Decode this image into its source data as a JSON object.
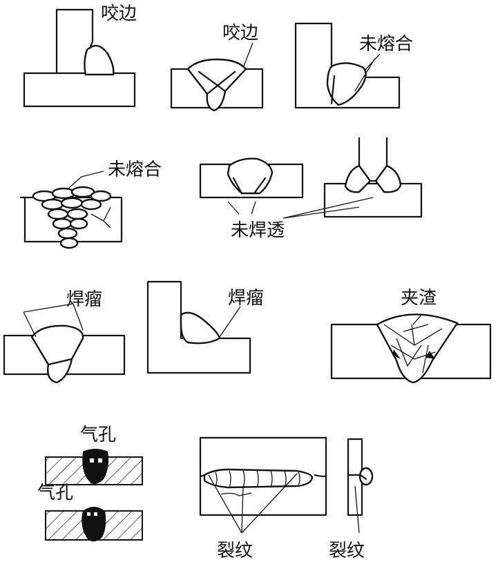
{
  "labels": {
    "undercut_1": "咬边",
    "undercut_2": "咬边",
    "lack_of_fusion_1": "未熔合",
    "lack_of_fusion_2": "未熔合",
    "incomplete_penetration": "未焊透",
    "overlap_1": "焊瘤",
    "overlap_2": "焊瘤",
    "slag_inclusion": "夹渣",
    "porosity_1": "气孔",
    "porosity_2": "气孔",
    "crack_1": "裂纹",
    "crack_2": "裂纹"
  },
  "colors": {
    "line": "#111111",
    "background": "#ffffff"
  }
}
